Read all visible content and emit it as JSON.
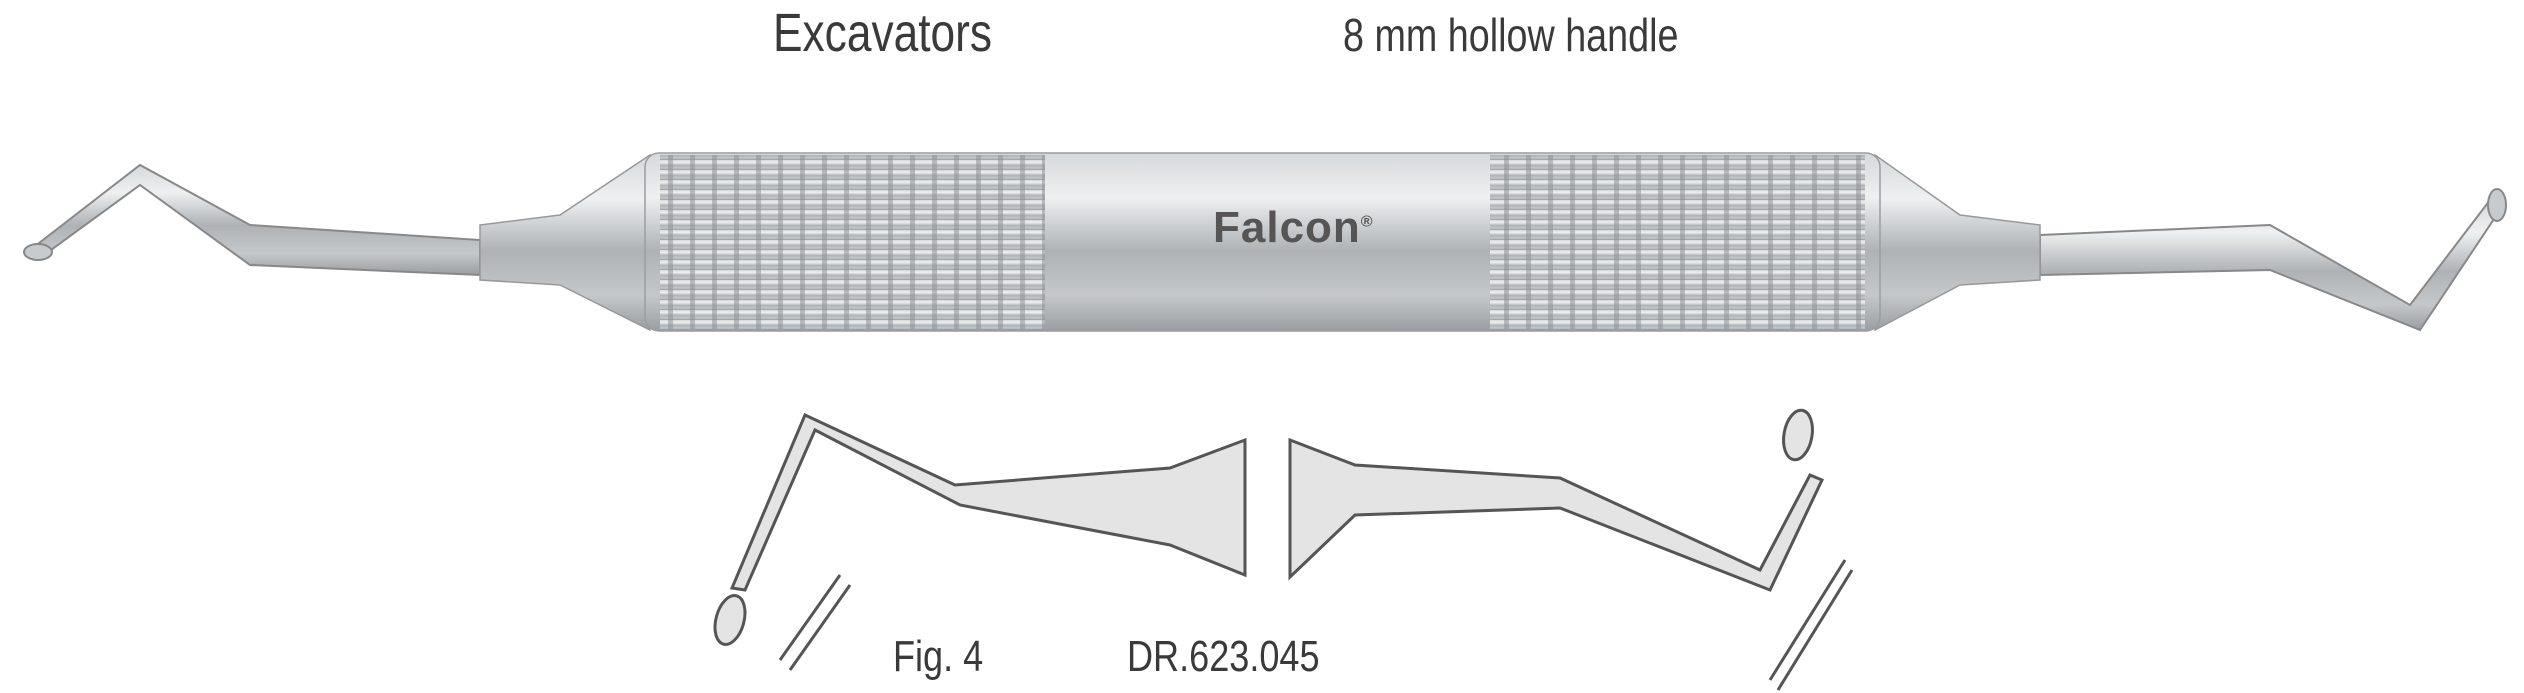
{
  "header": {
    "title": "Excavators",
    "subtitle": "8 mm hollow handle"
  },
  "instrument": {
    "brand": "Falcon",
    "brand_mark": "®"
  },
  "caption": {
    "figure": "Fig. 4",
    "code": "DR.623.045"
  },
  "colors": {
    "text": "#3a3a3a",
    "steel": "#b8bcbf",
    "outline": "#555555",
    "drawing_fill": "#e4e4e4"
  }
}
